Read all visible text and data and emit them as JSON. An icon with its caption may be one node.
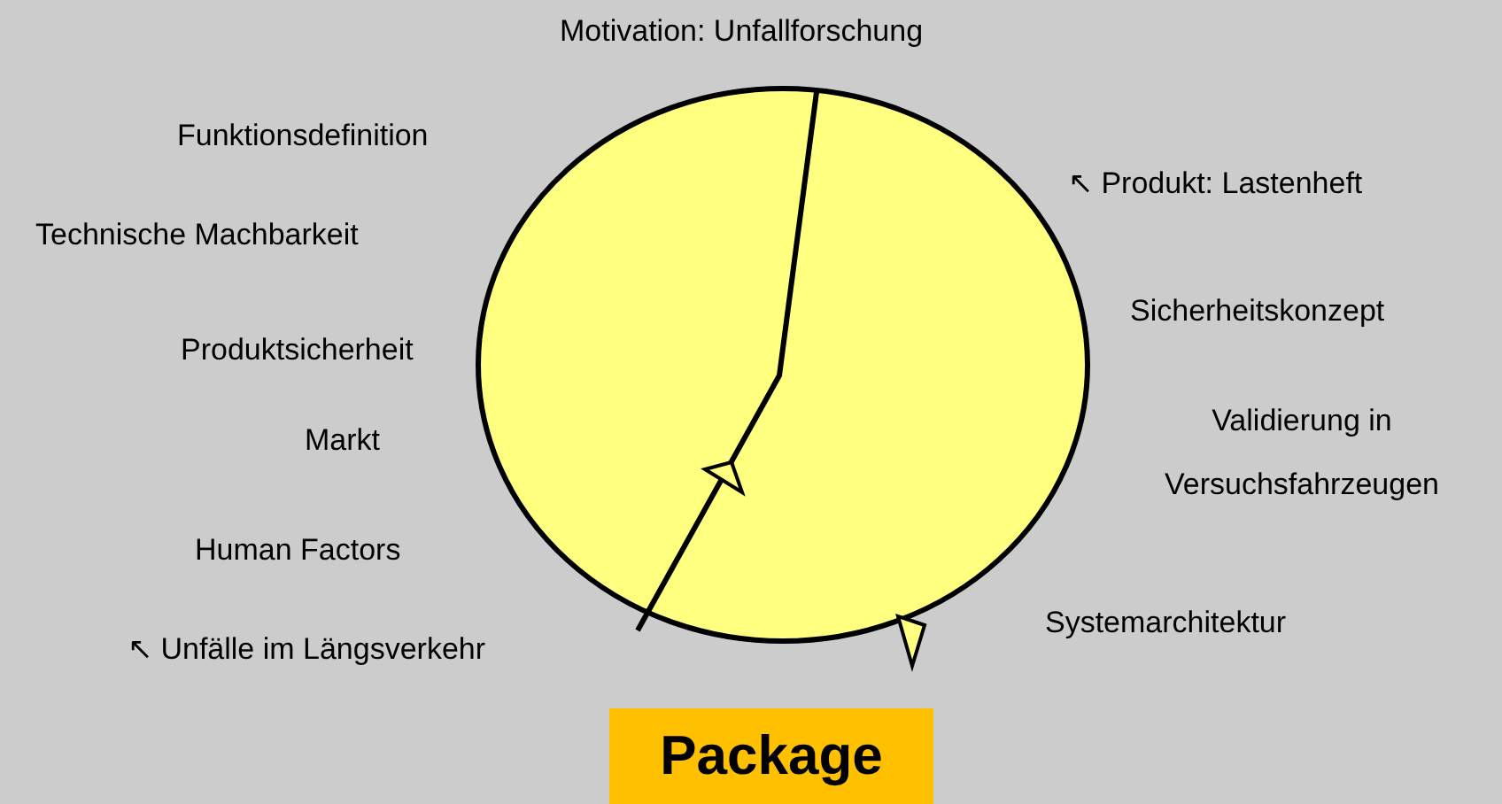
{
  "diagram": {
    "nodes": [
      {
        "text": [
          "Package"
        ]
      }
    ],
    "edges": [],
    "labels": [
      "Motivation: Unfallforschung",
      "Funktionsdefinition",
      "↖ Produkt: Lastenheft",
      "Technische Machbarkeit",
      "Sicherheitskonzept",
      "Produktsicherheit",
      "Validierung in Versuchsfahrzeugen",
      "Markt",
      "Human Factors",
      "Systemarchitektur",
      "↖ Unfälle im Längsverkehr"
    ]
  }
}
